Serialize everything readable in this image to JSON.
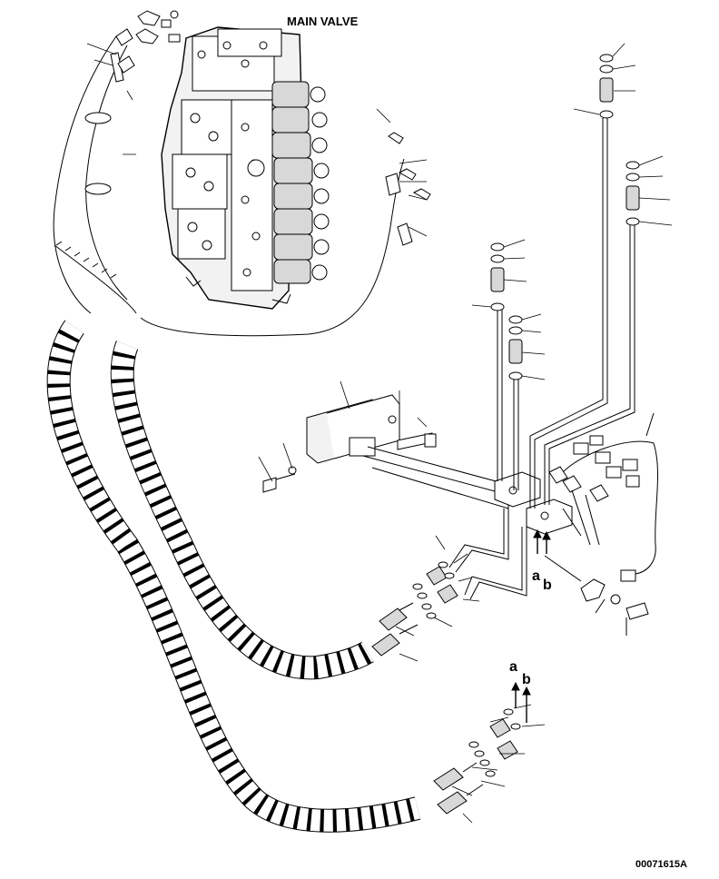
{
  "title": "MAIN VALVE",
  "drawing_number": "00071615A",
  "callouts": {
    "a_upper": "a",
    "b_upper": "b",
    "a_lower": "a",
    "b_lower": "b"
  },
  "colors": {
    "line": "#000000",
    "background": "#ffffff",
    "fill_light": "#f2f2f2",
    "fill_mid": "#d8d8d8"
  }
}
